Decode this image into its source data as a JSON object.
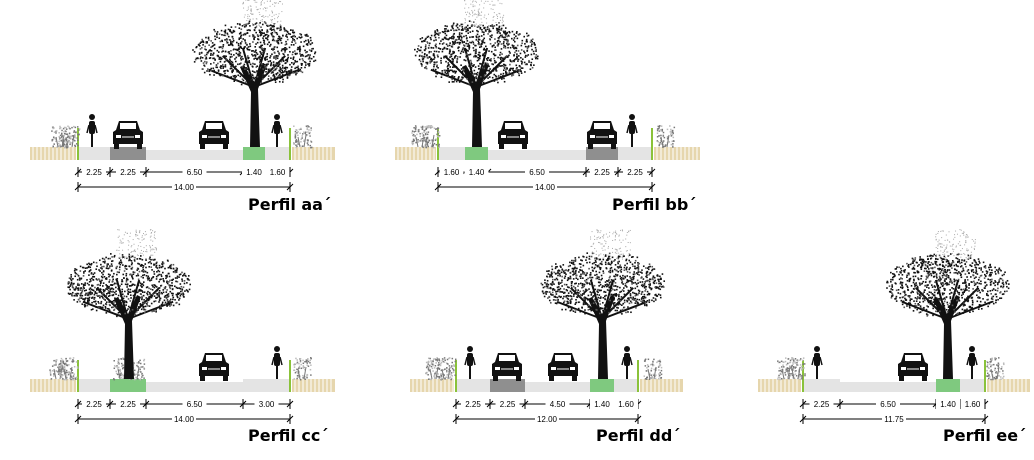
{
  "colors": {
    "tree": "#111111",
    "planter": "#7fc97f",
    "lane_gray": "#8f8f8f",
    "ground_light": "#e4e4e4",
    "fence": "#e6d6ad",
    "edge_line": "#8ac23a",
    "dimension_line": "#000000"
  },
  "icons": [
    "tree-icon",
    "car-icon",
    "cyclist-icon",
    "shrub-icon",
    "fence-icon"
  ],
  "profiles": [
    {
      "id": "aa",
      "title": "Perfil aa´",
      "segments": [
        {
          "width": "2.25",
          "surface": "light"
        },
        {
          "width": "2.25",
          "surface": "gray"
        },
        {
          "width": "6.50",
          "surface": "light"
        },
        {
          "width": "1.40",
          "surface": "green"
        },
        {
          "width": "1.60",
          "surface": "light"
        }
      ],
      "total": "14.00",
      "elements": [
        "cyclist",
        "car",
        "car",
        "tree",
        "cyclist"
      ]
    },
    {
      "id": "bb",
      "title": "Perfil bb´",
      "segments": [
        {
          "width": "1.60",
          "surface": "light"
        },
        {
          "width": "1.40",
          "surface": "green"
        },
        {
          "width": "6.50",
          "surface": "light"
        },
        {
          "width": "2.25",
          "surface": "gray"
        },
        {
          "width": "2.25",
          "surface": "light"
        }
      ],
      "total": "14.00",
      "elements": [
        "tree",
        "car",
        "car",
        "cyclist"
      ]
    },
    {
      "id": "cc",
      "title": "Perfil cc´",
      "segments": [
        {
          "width": "2.25",
          "surface": "light"
        },
        {
          "width": "2.25",
          "surface": "green"
        },
        {
          "width": "6.50",
          "surface": "light"
        },
        {
          "width": "3.00",
          "surface": "light"
        }
      ],
      "total": "14.00",
      "elements": [
        "tree",
        "car",
        "cyclist"
      ]
    },
    {
      "id": "dd",
      "title": "Perfil dd´",
      "segments": [
        {
          "width": "2.25",
          "surface": "light"
        },
        {
          "width": "2.25",
          "surface": "gray"
        },
        {
          "width": "4.50",
          "surface": "light"
        },
        {
          "width": "1.40",
          "surface": "green"
        },
        {
          "width": "1.60",
          "surface": "light"
        }
      ],
      "total": "12.00",
      "elements": [
        "cyclist",
        "car",
        "car",
        "tree",
        "cyclist"
      ]
    },
    {
      "id": "ee",
      "title": "Perfil ee´",
      "segments": [
        {
          "width": "2.25",
          "surface": "light"
        },
        {
          "width": "6.50",
          "surface": "light"
        },
        {
          "width": "1.40",
          "surface": "green"
        },
        {
          "width": "1.60",
          "surface": "light"
        }
      ],
      "total": "11.75",
      "elements": [
        "cyclist",
        "car",
        "tree",
        "cyclist"
      ]
    }
  ]
}
